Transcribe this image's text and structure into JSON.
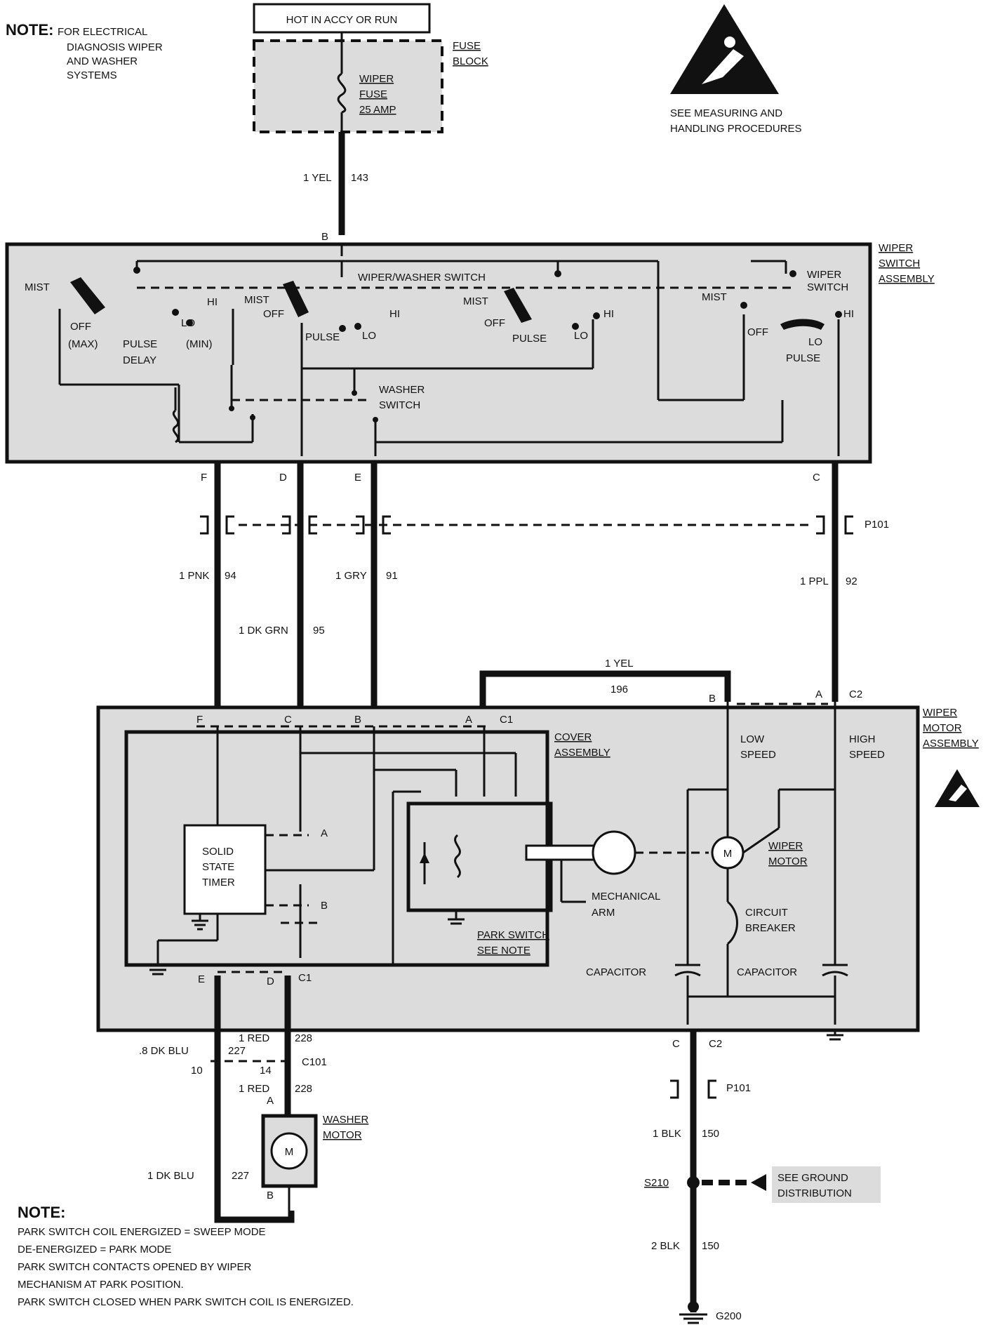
{
  "notes": {
    "top_label": "NOTE:",
    "top_line1": "FOR ELECTRICAL",
    "top_line2": "DIAGNOSIS WIPER",
    "top_line3": "AND WASHER",
    "top_line4": "SYSTEMS",
    "esd_line1": "SEE MEASURING AND",
    "esd_line2": "HANDLING PROCEDURES",
    "bottom_label": "NOTE:",
    "bottom_line1": "PARK SWITCH COIL ENERGIZED = SWEEP MODE",
    "bottom_line2": "DE-ENERGIZED = PARK MODE",
    "bottom_line3": "PARK SWITCH CONTACTS OPENED BY WIPER",
    "bottom_line4": "MECHANISM AT PARK POSITION.",
    "bottom_line5": "PARK SWITCH  CLOSED WHEN PARK SWITCH COIL IS ENERGIZED."
  },
  "power": {
    "hot_label": "HOT IN ACCY OR RUN",
    "fuse_block_1": "FUSE",
    "fuse_block_2": "BLOCK",
    "fuse_name_1": "WIPER",
    "fuse_name_2": "FUSE",
    "fuse_rating": "25 AMP"
  },
  "switch_assembly": {
    "title_1": "WIPER",
    "title_2": "SWITCH",
    "title_3": "ASSEMBLY",
    "wiper_washer_switch": "WIPER/WASHER SWITCH",
    "wiper_switch_1": "WIPER",
    "wiper_switch_2": "SWITCH",
    "washer_switch_1": "WASHER",
    "washer_switch_2": "SWITCH",
    "mist": "MIST",
    "off": "OFF",
    "hi": "HI",
    "lo": "LO",
    "pulse": "PULSE",
    "max": "(MAX)",
    "min": "(MIN)",
    "delay": "DELAY"
  },
  "wires": {
    "w143_color": "1 YEL",
    "w143_num": "143",
    "w94_color": "1 PNK",
    "w94_num": "94",
    "w95_color": "1 DK GRN",
    "w95_num": "95",
    "w91_color": "1 GRY",
    "w91_num": "91",
    "w92_color": "1 PPL",
    "w92_num": "92",
    "w196_color": "1 YEL",
    "w196_num": "196",
    "w227a_color": ".8 DK BLU",
    "w227a_num": "227",
    "w228a_color": "1 RED",
    "w228a_num": "228",
    "w228b_color": "1 RED",
    "w228b_num": "228",
    "w227b_color": "1 DK BLU",
    "w227b_num": "227",
    "w150a_color": "1 BLK",
    "w150a_num": "150",
    "w150b_color": "2 BLK",
    "w150b_num": "150"
  },
  "connectors": {
    "B": "B",
    "F": "F",
    "D": "D",
    "E": "E",
    "C": "C",
    "A": "A",
    "P101": "P101",
    "C1": "C1",
    "C2": "C2",
    "C101": "C101",
    "pin10": "10",
    "pin14": "14"
  },
  "motor_assembly": {
    "title_1": "WIPER",
    "title_2": "MOTOR",
    "title_3": "ASSEMBLY",
    "cover_1": "COVER",
    "cover_2": "ASSEMBLY",
    "timer_1": "SOLID",
    "timer_2": "STATE",
    "timer_3": "TIMER",
    "low_speed_1": "LOW",
    "low_speed_2": "SPEED",
    "high_speed_1": "HIGH",
    "high_speed_2": "SPEED",
    "wiper_motor_1": "WIPER",
    "wiper_motor_2": "MOTOR",
    "breaker_1": "CIRCUIT",
    "breaker_2": "BREAKER",
    "capacitor": "CAPACITOR",
    "mech_arm_1": "MECHANICAL",
    "mech_arm_2": "ARM",
    "park_switch_1": "PARK SWITCH",
    "park_switch_2": "SEE NOTE",
    "relay_a": "A",
    "relay_b": "B",
    "motor_symbol": "M"
  },
  "washer": {
    "title_1": "WASHER",
    "title_2": "MOTOR",
    "motor_symbol": "M"
  },
  "ground": {
    "splice": "S210",
    "see_1": "SEE GROUND",
    "see_2": "DISTRIBUTION",
    "ground_id": "G200"
  }
}
